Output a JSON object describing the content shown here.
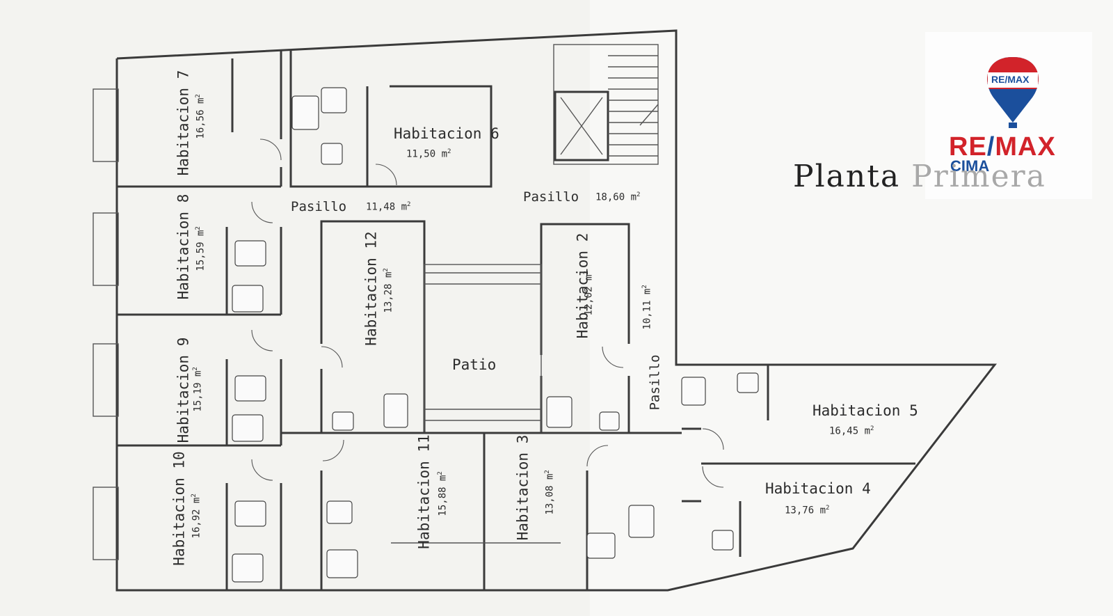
{
  "plan_title": "Planta",
  "plan_title_faded": "Primera",
  "logo": {
    "balloon_text": "RE/MAX",
    "brand_left": "RE",
    "brand_slash": "/",
    "brand_right": "MAX",
    "office": "CIMA",
    "colors": {
      "red": "#d2232a",
      "blue": "#1b4f9c"
    }
  },
  "unit": "2",
  "rooms": {
    "hab7": {
      "name": "Habitacion 7",
      "area": "16,56 m"
    },
    "hab6": {
      "name": "Habitacion 6",
      "area": "11,50 m"
    },
    "hab8": {
      "name": "Habitacion 8",
      "area": "15,59 m"
    },
    "hab9": {
      "name": "Habitacion 9",
      "area": "15,19 m"
    },
    "hab10": {
      "name": "Habitacion 10",
      "area": "16,92 m"
    },
    "hab12": {
      "name": "Habitacion 12",
      "area": "13,28 m"
    },
    "hab2": {
      "name": "Habitacion 2",
      "area": "12,02 m"
    },
    "hab11": {
      "name": "Habitacion 11",
      "area": "15,88 m"
    },
    "hab3": {
      "name": "Habitacion 3",
      "area": "13,08 m"
    },
    "hab5": {
      "name": "Habitacion 5",
      "area": "16,45 m"
    },
    "hab4": {
      "name": "Habitacion 4",
      "area": "13,76 m"
    }
  },
  "corridors": {
    "pasillo_left": {
      "name": "Pasillo",
      "area": "11,48 m"
    },
    "pasillo_top": {
      "name": "Pasillo",
      "area": "18,60 m"
    },
    "pasillo_vertical": {
      "name": "Pasillo",
      "area": "10,11 m"
    }
  },
  "patio": {
    "name": "Patio"
  }
}
